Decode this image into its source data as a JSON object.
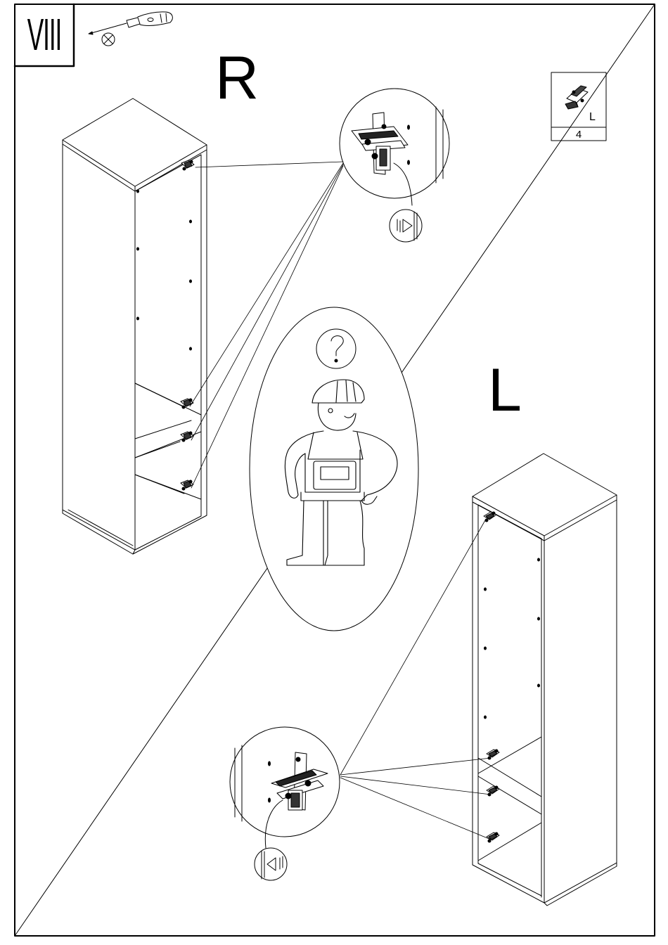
{
  "step": {
    "number": "VIII"
  },
  "labels": {
    "right": "R",
    "left": "L"
  },
  "part_box": {
    "side": "L",
    "quantity": "4"
  },
  "icons": [
    "screwdriver-icon",
    "phillips-head-icon",
    "question-mark-icon",
    "worker-figure-icon",
    "hinge-detail-icon",
    "push-direction-icon"
  ]
}
